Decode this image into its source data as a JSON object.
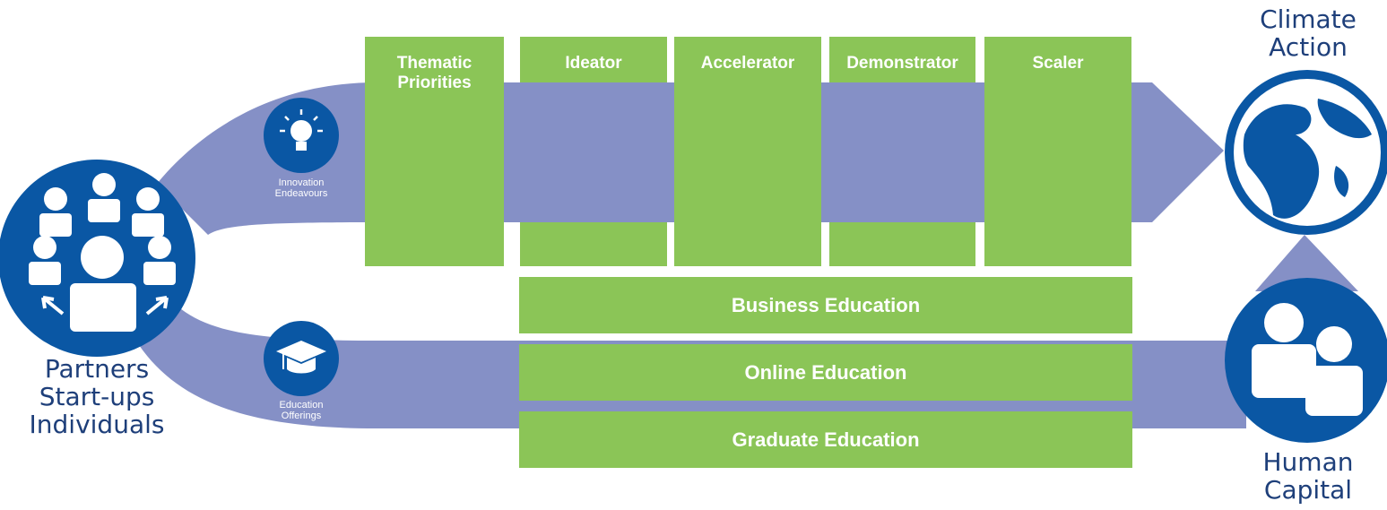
{
  "stages": [
    {
      "label": "Thematic\nPriorities"
    },
    {
      "label": "Ideator"
    },
    {
      "label": "Accelerator"
    },
    {
      "label": "Demonstrator"
    },
    {
      "label": "Scaler"
    }
  ],
  "education": [
    {
      "label": "Business Education"
    },
    {
      "label": "Online Education"
    },
    {
      "label": "Graduate Education"
    }
  ],
  "paths": {
    "upper_label": "Innovation\nEndeavours",
    "lower_label": "Education\nOfferings"
  },
  "nodes": {
    "source_label": "Partners\nStart-ups\nIndividuals",
    "goal_top_label": "Climate\nAction",
    "goal_bottom_label": "Human\nCapital"
  },
  "colors": {
    "green": "#8bc557",
    "purple": "#8590c6",
    "blue": "#0a57a4",
    "text_dark": "#1e3f7a"
  }
}
